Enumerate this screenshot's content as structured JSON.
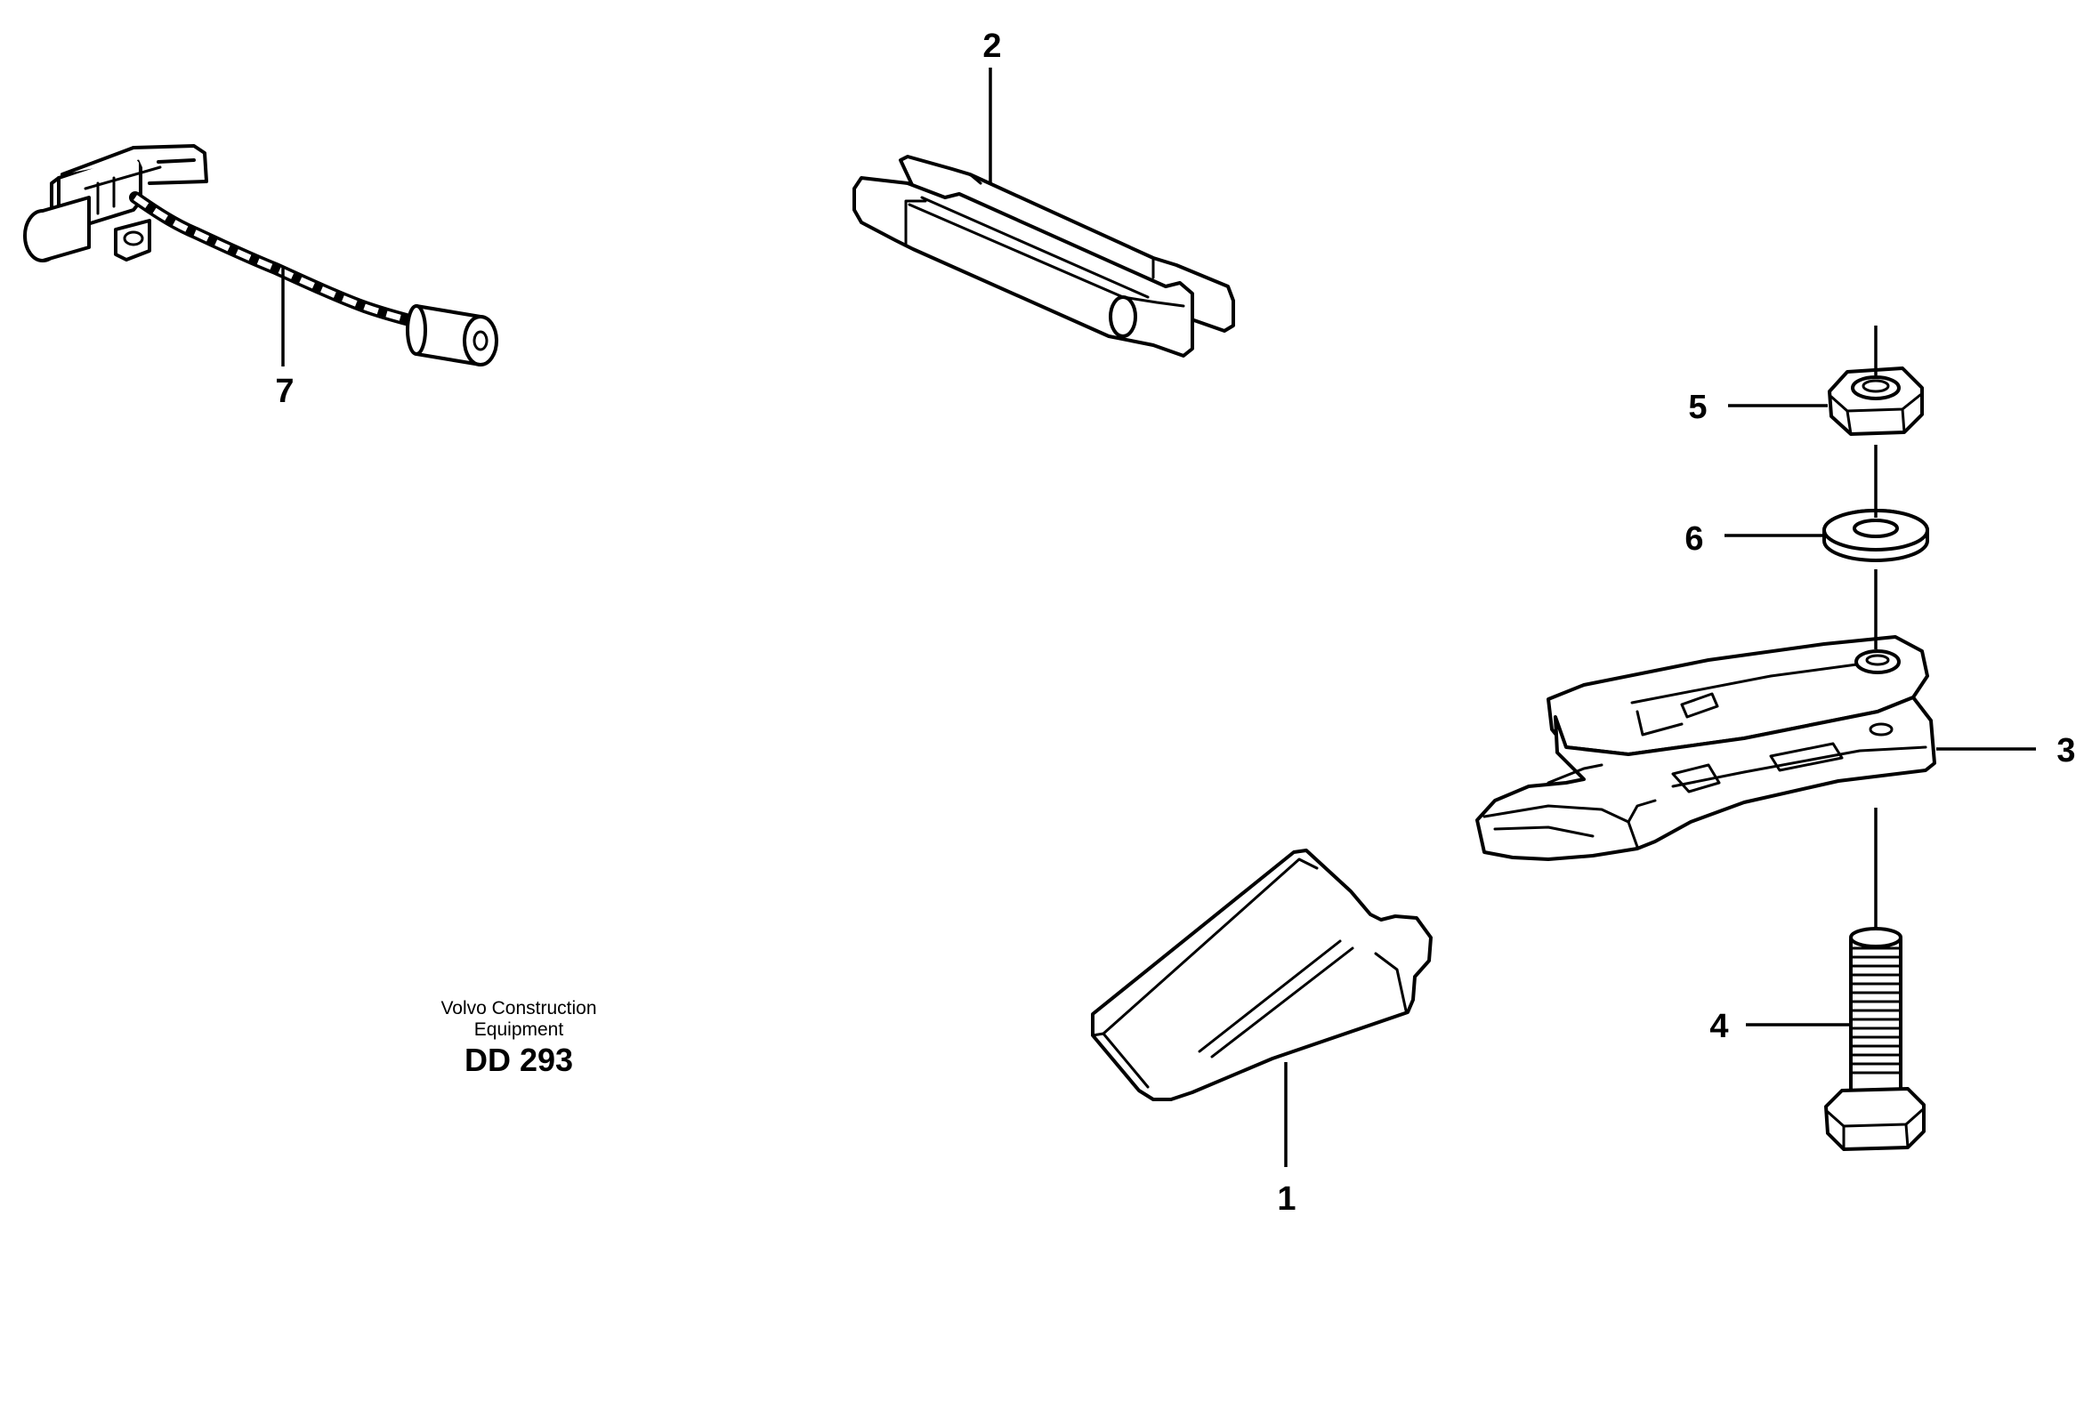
{
  "callouts": {
    "tooth": "1",
    "retainer_pin": "2",
    "adapter": "3",
    "bolt": "4",
    "nut": "5",
    "washer": "6",
    "pin_with_cable": "7"
  },
  "caption": {
    "line1": "Volvo Construction",
    "line2": "Equipment",
    "code": "DD 293"
  }
}
